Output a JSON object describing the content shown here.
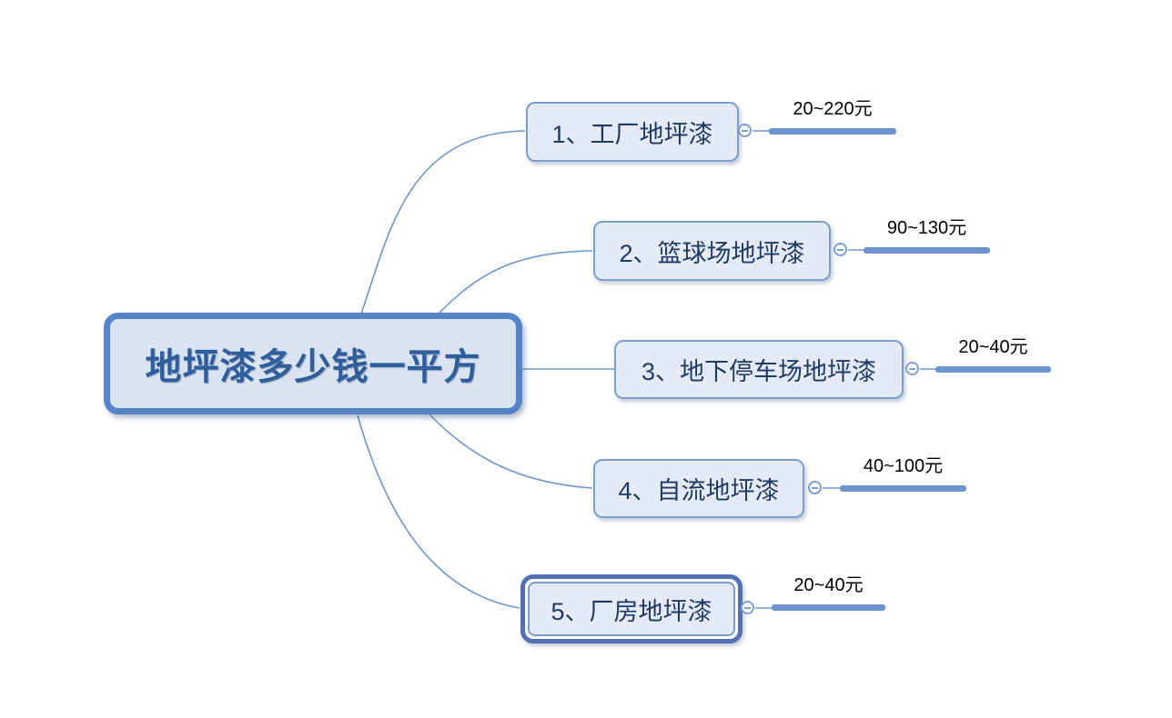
{
  "root": {
    "label": "地坪漆多少钱一平方"
  },
  "branches": [
    {
      "label": "1、工厂地坪漆",
      "price": "20~220元",
      "selected": false
    },
    {
      "label": "2、篮球场地坪漆",
      "price": "90~130元",
      "selected": false
    },
    {
      "label": "3、地下停车场地坪漆",
      "price": "20~40元",
      "selected": false
    },
    {
      "label": "4、自流地坪漆",
      "price": "40~100元",
      "selected": false
    },
    {
      "label": "5、厂房地坪漆",
      "price": "20~40元",
      "selected": true
    }
  ],
  "icons": {
    "collapse": "minus-icon"
  },
  "colors": {
    "background": "#ffffff",
    "central_fill": "#dae3f1",
    "central_border": "#5585c8",
    "central_text": "#2e5e9c",
    "node_fill": "#e4ebf7",
    "node_border": "#7d9ed1",
    "node_text": "#1f3a63",
    "selected_ring": "#5470b5",
    "price_bar": "#6b94ce",
    "price_text": "#000000",
    "edge_line": "#6d96ce"
  }
}
